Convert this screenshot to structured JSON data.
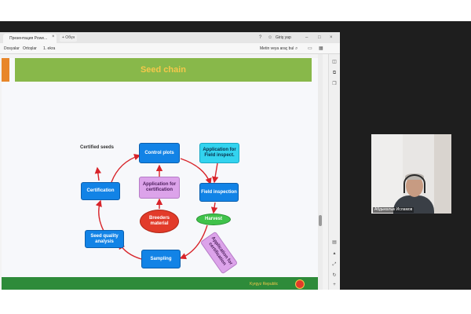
{
  "browser": {
    "tab_title": "Презентация Powe...",
    "new_tab_label": "+ Обүн",
    "signin_label": "Giriş yap",
    "menu": [
      "Dosyalar",
      "Ortoşlar",
      "1. ekra"
    ],
    "search_placeholder": "Metin veya araç bul"
  },
  "slide": {
    "title": "Seed chain",
    "certified_seeds_label": "Certified seeds",
    "nodes": {
      "control_plots": "Control plots",
      "application_field": "Application for Field inspect.",
      "field_inspection": "Field inspection",
      "harvest": "Harvest",
      "application_cert_bottom": "Application for certification",
      "sampling": "Sampling",
      "seed_quality": "Seed quality analysis",
      "certification": "Certification",
      "application_cert_center": "Application for certification",
      "breeders": "Breeders material"
    },
    "footer_text": "Kyrgyz Republic"
  },
  "webcam": {
    "participant_name": "Абдыкалык Исламов"
  },
  "colors": {
    "header_green": "#88b84a",
    "title_yellow": "#f4c84a",
    "flow_blue": "#1283e6",
    "arrow_red": "#d8242a",
    "footer_green": "#2e8b3a"
  }
}
